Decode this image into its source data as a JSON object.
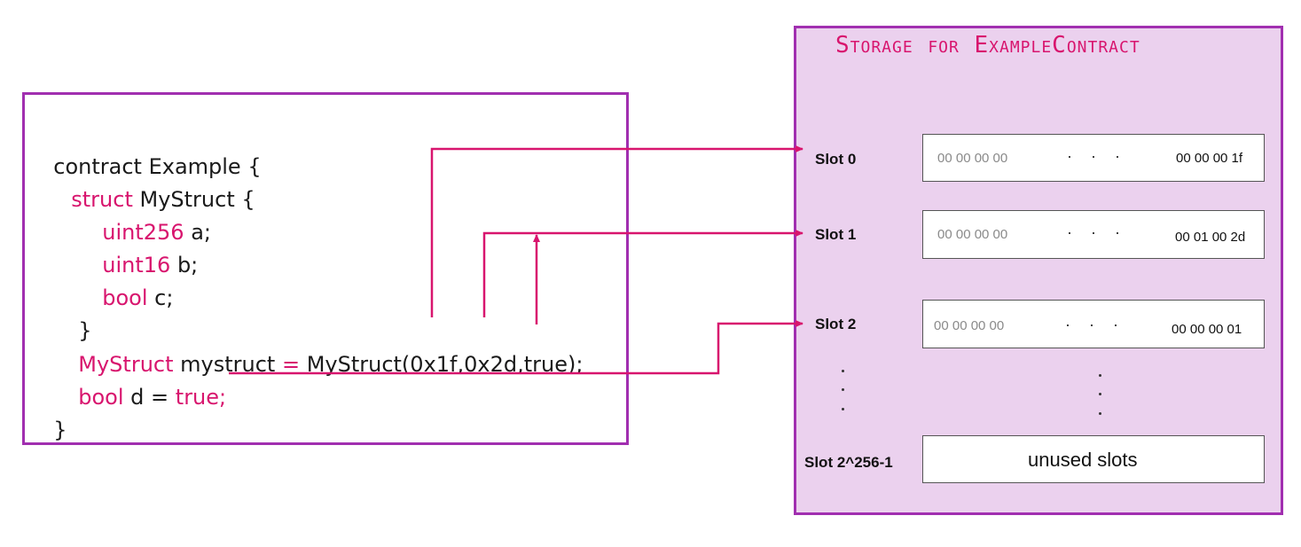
{
  "code": {
    "line1": "contract Example {",
    "line2_kw": "struct",
    "line2_rest": " MyStruct {",
    "line3_kw": "uint256",
    "line3_rest": " a;",
    "line4_kw": "uint16",
    "line4_rest": " b;",
    "line5_kw": "bool",
    "line5_rest": " c;",
    "line6": "}",
    "line7_kw1": "MyStruct",
    "line7_mid": " mystruct ",
    "line7_eq": "=",
    "line7_rest": " MyStruct(0x1f,0x2d,true);",
    "line8_kw": "bool",
    "line8_mid": " d = ",
    "line8_val": "true;",
    "line9": "}"
  },
  "storage": {
    "title": "Storage for ExampleContract",
    "slots": [
      {
        "label": "Slot 0",
        "left": "00 00 00 00",
        "dots": "· · ·",
        "right": "00 00 00 1f"
      },
      {
        "label": "Slot 1",
        "left": "00 00 00 00",
        "dots": "· · ·",
        "right": "00 01 00 2d"
      },
      {
        "label": "Slot 2",
        "left": "00 00 00 00",
        "dots": "· · ·",
        "right": "00 00 00 01"
      }
    ],
    "last_slot_label": "Slot 2^256-1",
    "unused_text": "unused slots"
  },
  "colors": {
    "accent": "#d8156e",
    "border": "#a12fb0",
    "panel_bg": "#ebd1ee"
  }
}
